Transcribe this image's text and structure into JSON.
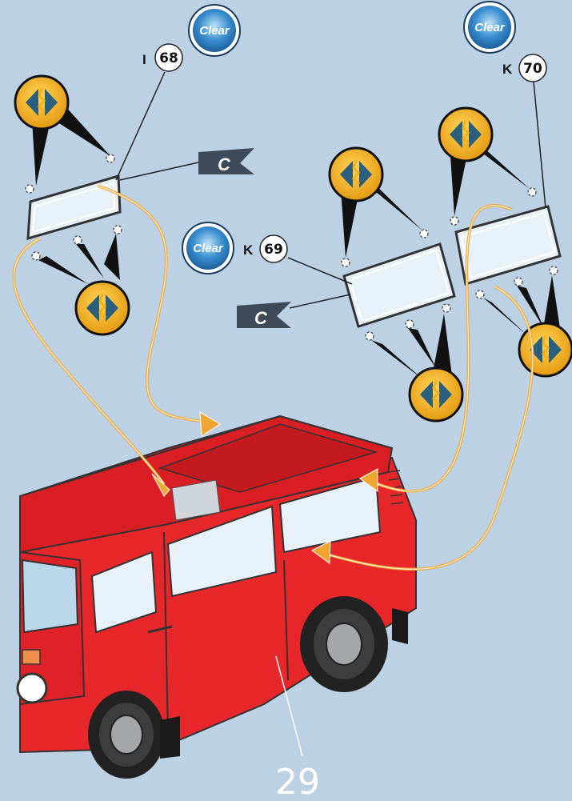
{
  "step_number": "29",
  "callouts": {
    "c68": {
      "letter": "I",
      "number": "68",
      "material": "Clear"
    },
    "c69": {
      "letter": "K",
      "number": "69",
      "material": "Clear"
    },
    "c70": {
      "letter": "K",
      "number": "70",
      "material": "Clear"
    }
  },
  "flag_label": "C",
  "icons": {
    "glue": "glue-points-icon",
    "clear": "clear-part-icon",
    "flag": "color-c-flag-icon"
  },
  "colors": {
    "background": "#bdd1e5",
    "vehicle": "#e8272b",
    "arrow": "#f2a632",
    "glue_icon": "#f4b21c",
    "clear_badge": "#2f7fc1"
  }
}
